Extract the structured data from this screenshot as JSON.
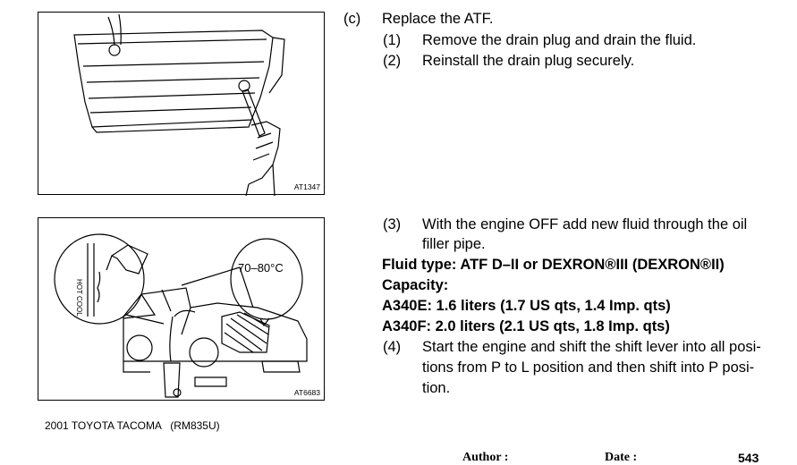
{
  "step_c": {
    "marker": "(c)",
    "text": "Replace the ATF."
  },
  "steps": [
    {
      "num": "(1)",
      "text": "Remove the drain plug and drain the fluid."
    },
    {
      "num": "(2)",
      "text": "Reinstall the drain plug securely."
    }
  ],
  "step3": {
    "num": "(3)",
    "line1": "With the engine OFF add new fluid through the oil",
    "line2": "filler pipe."
  },
  "fluid_type": "Fluid type: ATF D–II or DEXRON®III (DEXRON®II)",
  "capacity_label": "Capacity:",
  "a340e": "A340E: 1.6 liters (1.7 US qts, 1.4 Imp. qts)",
  "a340f": "A340F: 2.0 liters (2.1 US qts, 1.8 Imp. qts)",
  "step4": {
    "num": "(4)",
    "line1": "Start the engine and shift the shift lever into all posi-",
    "line2": "tions from P to L position and then shift into P posi-",
    "line3": "tion."
  },
  "figure1": {
    "code": "AT1347"
  },
  "figure2": {
    "code": "AT6683",
    "temp_label": "70–80°C",
    "dipstick_label": "HOT COOL"
  },
  "footer": "2001 TOYOTA TACOMA   (RM835U)",
  "bottom": {
    "author": "Author :",
    "date": "Date :",
    "page": "543"
  }
}
